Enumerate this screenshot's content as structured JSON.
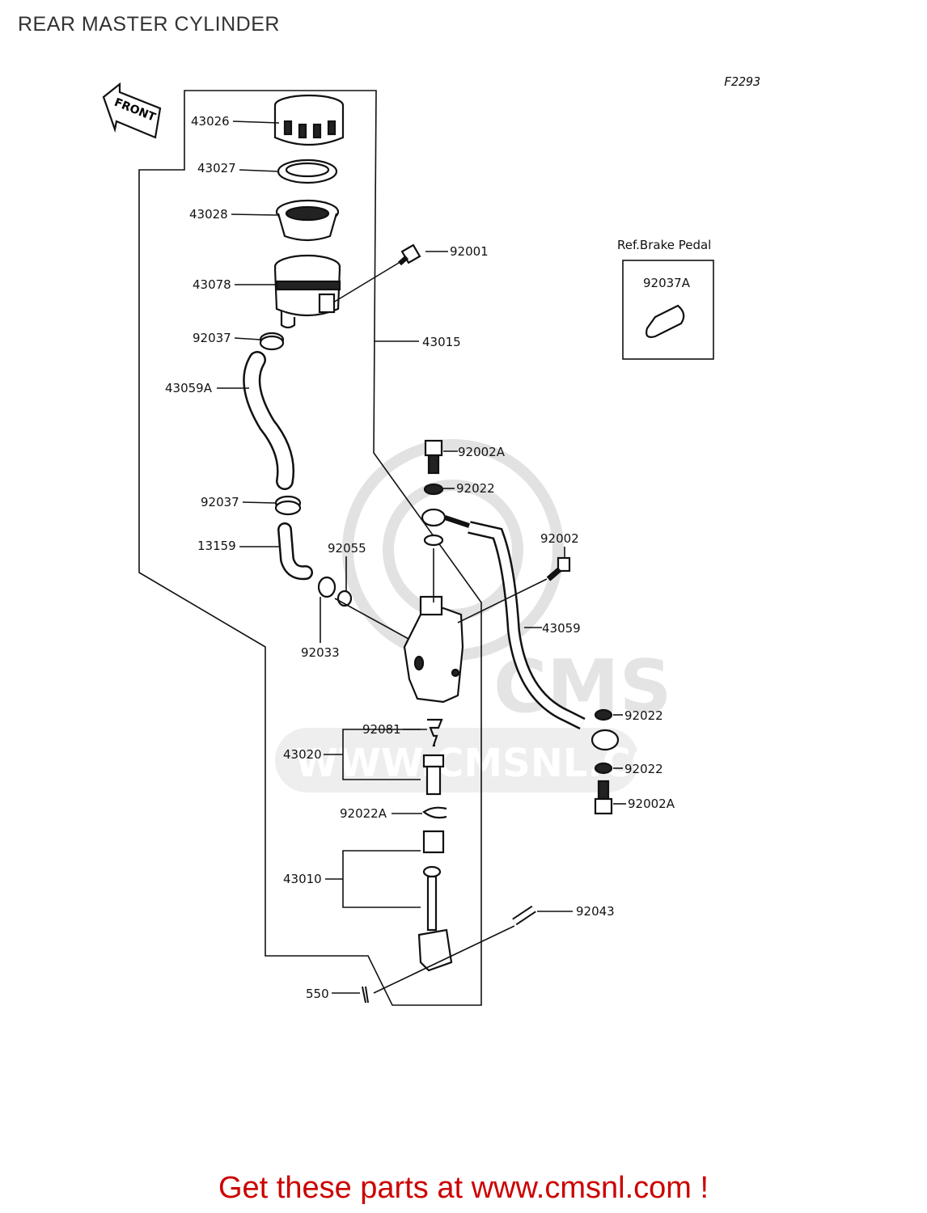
{
  "title": "REAR MASTER CYLINDER",
  "figure_code": "F2293",
  "footer": "Get these parts at www.cmsnl.com !",
  "front_arrow_label": "FRONT",
  "watermark": {
    "brand": "CMS",
    "url": "WWW.CMSNL.COM"
  },
  "reference_box": {
    "title": "Ref.Brake Pedal",
    "part": "92037A"
  },
  "labels": {
    "p43026": "43026",
    "p43027": "43027",
    "p43028": "43028",
    "p43078": "43078",
    "p92001": "92001",
    "p92037_top": "92037",
    "p43015": "43015",
    "p43059A": "43059A",
    "p92002A_top": "92002A",
    "p92022_top": "92022",
    "p92037_mid": "92037",
    "p13159": "13159",
    "p92055": "92055",
    "p92002": "92002",
    "p43059": "43059",
    "p92033": "92033",
    "p92022_r1": "92022",
    "p92081": "92081",
    "p43020": "43020",
    "p92022_r2": "92022",
    "p92002A_bot": "92002A",
    "p92022A": "92022A",
    "p43010": "43010",
    "p92043": "92043",
    "p550": "550"
  },
  "colors": {
    "footer": "#cc0000",
    "title": "#333333",
    "lines": "#111111"
  }
}
